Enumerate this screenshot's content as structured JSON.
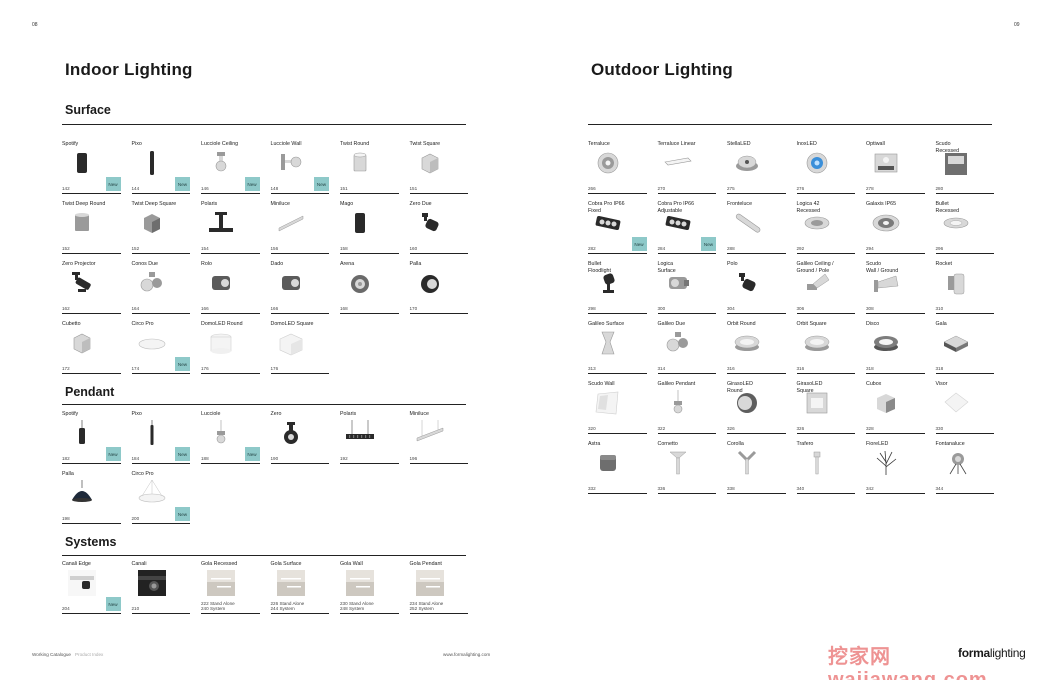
{
  "page_numbers": {
    "left": "08",
    "right": "09"
  },
  "indoor": {
    "title": "Indoor Lighting",
    "sections": [
      {
        "title": "Surface",
        "items": [
          {
            "name": "Spotify",
            "page": "142",
            "badge": "New",
            "icon": "cylinder-dark"
          },
          {
            "name": "Pixo",
            "page": "144",
            "badge": "New",
            "icon": "slim-cylinder-dark"
          },
          {
            "name": "Lucciole Ceiling",
            "page": "146",
            "badge": "New",
            "icon": "spot-ceiling"
          },
          {
            "name": "Lucciole Wall",
            "page": "148",
            "badge": "New",
            "icon": "spot-wall"
          },
          {
            "name": "Twist Round",
            "page": "151",
            "badge": "",
            "icon": "cylinder-light"
          },
          {
            "name": "Twist Square",
            "page": "151",
            "badge": "",
            "icon": "cube-light"
          },
          {
            "name": "Twist Deep Round",
            "page": "152",
            "badge": "",
            "icon": "cylinder-grey"
          },
          {
            "name": "Twist Deep Square",
            "page": "152",
            "badge": "",
            "icon": "hex-grey"
          },
          {
            "name": "Polaris",
            "page": "154",
            "badge": "",
            "icon": "track-light"
          },
          {
            "name": "Miniluce",
            "page": "156",
            "badge": "",
            "icon": "linear-bar"
          },
          {
            "name": "Mago",
            "page": "158",
            "badge": "",
            "icon": "cylinder-dark"
          },
          {
            "name": "Zero Due",
            "page": "160",
            "badge": "",
            "icon": "spot-dark"
          },
          {
            "name": "Zero Projector",
            "page": "162",
            "badge": "",
            "icon": "projector"
          },
          {
            "name": "Conos Due",
            "page": "164",
            "badge": "",
            "icon": "double-spot"
          },
          {
            "name": "Rolo",
            "page": "166",
            "badge": "",
            "icon": "box-spot"
          },
          {
            "name": "Dado",
            "page": "166",
            "badge": "",
            "icon": "box-spot"
          },
          {
            "name": "Arena",
            "page": "168",
            "badge": "",
            "icon": "round-spot"
          },
          {
            "name": "Palla",
            "page": "170",
            "badge": "",
            "icon": "ball-spot"
          },
          {
            "name": "Cubetto",
            "page": "172",
            "badge": "",
            "icon": "cube-light"
          },
          {
            "name": "Circo Pro",
            "page": "174",
            "badge": "New",
            "icon": "disc"
          },
          {
            "name": "DomoLED Round",
            "page": "176",
            "badge": "",
            "icon": "drum"
          },
          {
            "name": "DomoLED Square",
            "page": "176",
            "badge": "",
            "icon": "cube-white"
          }
        ]
      },
      {
        "title": "Pendant",
        "items": [
          {
            "name": "Spotify",
            "page": "182",
            "badge": "New",
            "icon": "pendant-cylinder"
          },
          {
            "name": "Pixo",
            "page": "184",
            "badge": "New",
            "icon": "pendant-slim"
          },
          {
            "name": "Lucciole",
            "page": "188",
            "badge": "New",
            "icon": "pendant-spot"
          },
          {
            "name": "Zero",
            "page": "190",
            "badge": "",
            "icon": "pendant-zero"
          },
          {
            "name": "Polaris",
            "page": "192",
            "badge": "",
            "icon": "pendant-track"
          },
          {
            "name": "Miniluce",
            "page": "196",
            "badge": "",
            "icon": "pendant-linear"
          },
          {
            "name": "Palla",
            "page": "198",
            "badge": "",
            "icon": "pendant-dome"
          },
          {
            "name": "Circo Pro",
            "page": "200",
            "badge": "New",
            "icon": "pendant-disc"
          }
        ]
      },
      {
        "title": "Systems",
        "items": [
          {
            "name": "Canali Edge",
            "page": "204",
            "badge": "New",
            "icon": "sys-edge"
          },
          {
            "name": "Canali",
            "page": "210",
            "badge": "",
            "icon": "sys-canali"
          },
          {
            "name": "Gola Recessed",
            "page": "222  Stand Alone\n240  System",
            "badge": "",
            "icon": "sys-gola"
          },
          {
            "name": "Gola Surface",
            "page": "226  Stand Alone\n244  System",
            "badge": "",
            "icon": "sys-gola"
          },
          {
            "name": "Gola Wall",
            "page": "230  Stand Alone\n248  System",
            "badge": "",
            "icon": "sys-gola"
          },
          {
            "name": "Gola Pendant",
            "page": "234  Stand Alone\n252  System",
            "badge": "",
            "icon": "sys-gola"
          }
        ]
      }
    ]
  },
  "outdoor": {
    "title": "Outdoor Lighting",
    "items": [
      {
        "name": "Terraluce",
        "page": "266",
        "badge": "",
        "icon": "inground-round"
      },
      {
        "name": "Terraluce Linear",
        "page": "270",
        "badge": "",
        "icon": "inground-linear"
      },
      {
        "name": "StellaLED",
        "page": "275",
        "badge": "",
        "icon": "star-disc"
      },
      {
        "name": "InoxLED",
        "page": "276",
        "badge": "",
        "icon": "blue-disc"
      },
      {
        "name": "Optiwall",
        "page": "278",
        "badge": "",
        "icon": "wall-box"
      },
      {
        "name": "Scudo\nRecessed",
        "page": "280",
        "badge": "",
        "icon": "square-recessed"
      },
      {
        "name": "Cobra Pro IP66\nFixed",
        "page": "282",
        "badge": "New",
        "icon": "cobra"
      },
      {
        "name": "Cobra Pro IP66\nAdjustable",
        "page": "284",
        "badge": "New",
        "icon": "cobra"
      },
      {
        "name": "Fronteluce",
        "page": "288",
        "badge": "",
        "icon": "tube"
      },
      {
        "name": "Logica 42\nRecessed",
        "page": "292",
        "badge": "",
        "icon": "downlight"
      },
      {
        "name": "Galaxis IP65",
        "page": "294",
        "badge": "",
        "icon": "downlight-big"
      },
      {
        "name": "Bullet\nRecessed",
        "page": "296",
        "badge": "",
        "icon": "downlight-flat"
      },
      {
        "name": "Bullet\nFloodlight",
        "page": "298",
        "badge": "",
        "icon": "floodlight"
      },
      {
        "name": "Logica\nSurface",
        "page": "300",
        "badge": "",
        "icon": "logica"
      },
      {
        "name": "Polo",
        "page": "304",
        "badge": "",
        "icon": "spot-dark"
      },
      {
        "name": "Galileo Ceiling /\nGround / Pole",
        "page": "306",
        "badge": "",
        "icon": "galileo"
      },
      {
        "name": "Scudo\nWall / Ground",
        "page": "308",
        "badge": "",
        "icon": "scudo"
      },
      {
        "name": "Rocket",
        "page": "310",
        "badge": "",
        "icon": "rocket"
      },
      {
        "name": "Galileo Surface",
        "page": "313",
        "badge": "",
        "icon": "updown"
      },
      {
        "name": "Galileo Due",
        "page": "314",
        "badge": "",
        "icon": "double-spot"
      },
      {
        "name": "Orbit Round",
        "page": "316",
        "badge": "",
        "icon": "orbit"
      },
      {
        "name": "Orbit Square",
        "page": "316",
        "badge": "",
        "icon": "orbit"
      },
      {
        "name": "Disco",
        "page": "318",
        "badge": "",
        "icon": "orbit-dark"
      },
      {
        "name": "Gala",
        "page": "318",
        "badge": "",
        "icon": "gala"
      },
      {
        "name": "Scudo Wall",
        "page": "320",
        "badge": "",
        "icon": "scudo-wall"
      },
      {
        "name": "Galileo Pendant",
        "page": "322",
        "badge": "",
        "icon": "pendant-spot"
      },
      {
        "name": "GirasoLED\nRound",
        "page": "326",
        "badge": "",
        "icon": "gira-round"
      },
      {
        "name": "GirasoLED\nSquare",
        "page": "326",
        "badge": "",
        "icon": "gira-square"
      },
      {
        "name": "Cubox",
        "page": "328",
        "badge": "",
        "icon": "cubox"
      },
      {
        "name": "Visor",
        "page": "330",
        "badge": "",
        "icon": "visor"
      },
      {
        "name": "Astra",
        "page": "332",
        "badge": "",
        "icon": "astra"
      },
      {
        "name": "Cornetto",
        "page": "336",
        "badge": "",
        "icon": "bollard-cone"
      },
      {
        "name": "Corolla",
        "page": "338",
        "badge": "",
        "icon": "bollard-y"
      },
      {
        "name": "Trafero",
        "page": "340",
        "badge": "",
        "icon": "bollard-slim"
      },
      {
        "name": "FioreLED",
        "page": "342",
        "badge": "",
        "icon": "fiore"
      },
      {
        "name": "Fontanaluce",
        "page": "344",
        "badge": "",
        "icon": "fontana"
      }
    ]
  },
  "footer": {
    "left_a": "Working Catalogue",
    "left_b": "Product Index",
    "url": "www.formalighting.com",
    "logo_a": "forma",
    "logo_b": "lighting"
  },
  "watermark": "挖家网 wajiawang.com"
}
